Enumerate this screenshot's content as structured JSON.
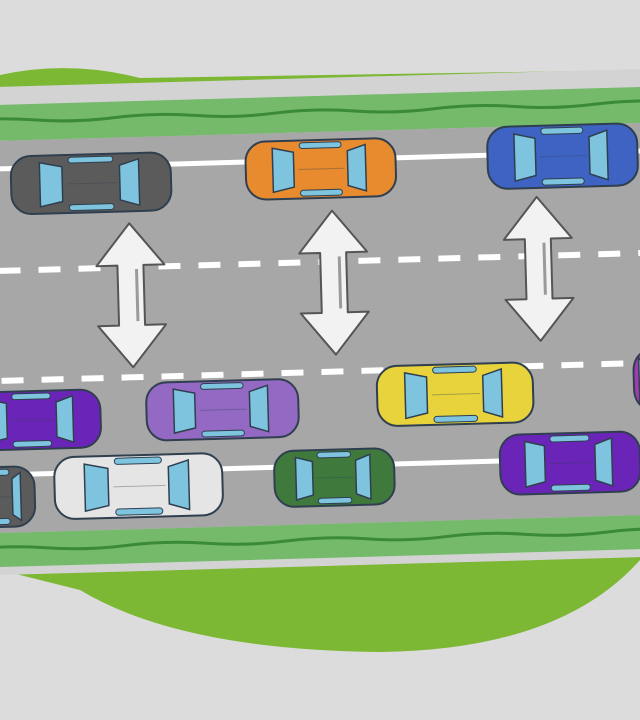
{
  "palette": {
    "background": "#dcdcdc",
    "blob": "#7cb834",
    "road": "#a7a7a7",
    "grass": "#74ba6a",
    "grass_dark": "#3a8a37",
    "shoulder": "#d3d3d3",
    "marking": "#ffffff",
    "arrow": "#f2f2f2",
    "window": "#7ec4df",
    "outline": "#2f3f4f"
  },
  "cars": [
    {
      "color": "#5b5b5b",
      "lane": "top"
    },
    {
      "color": "#e88a2e",
      "lane": "top"
    },
    {
      "color": "#3e63c3",
      "lane": "top"
    },
    {
      "color": "#6a25b8",
      "lane": "bottom-upper"
    },
    {
      "color": "#9369c4",
      "lane": "bottom-upper"
    },
    {
      "color": "#e8d33d",
      "lane": "bottom-upper"
    },
    {
      "color": "#a23bb0",
      "lane": "bottom-upper"
    },
    {
      "color": "#5b5b5b",
      "lane": "bottom-lower"
    },
    {
      "color": "#e5e5e5",
      "lane": "bottom-lower"
    },
    {
      "color": "#3f7a3c",
      "lane": "bottom-lower"
    },
    {
      "color": "#6a25b8",
      "lane": "bottom-lower"
    }
  ],
  "arrows": [
    {
      "icon": "double-arrow-vertical-icon"
    },
    {
      "icon": "double-arrow-vertical-icon"
    },
    {
      "icon": "double-arrow-vertical-icon"
    }
  ]
}
